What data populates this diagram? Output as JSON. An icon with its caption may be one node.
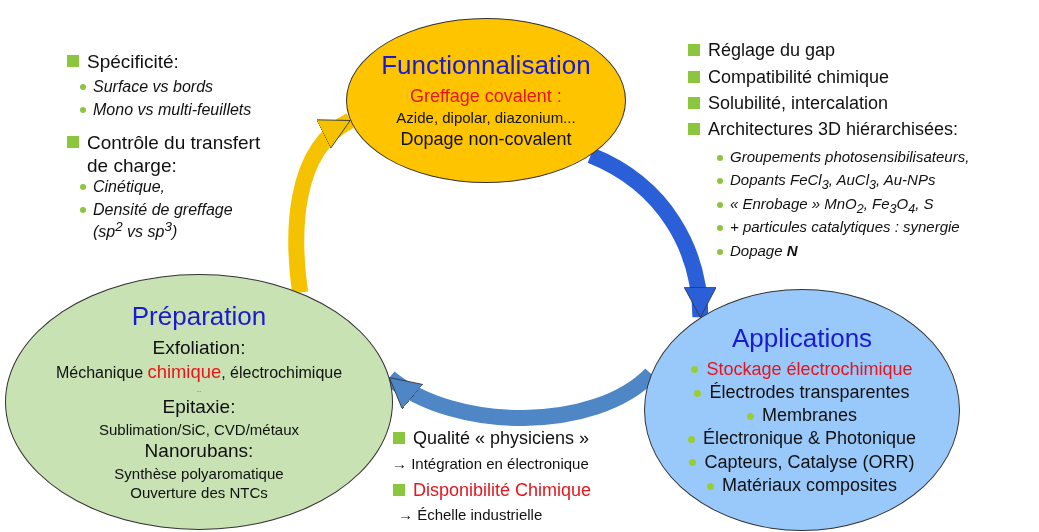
{
  "diagram": {
    "nodes": [
      {
        "text": [
          "Functionnalisation",
          "Greffage covalent :",
          "Azide, dipolar, diazonium...",
          "Dopage non-covalent"
        ]
      },
      {
        "text": [
          "Préparation",
          "Exfoliation:",
          "Méchanique **chimique**, électrochimique",
          "..",
          "Epitaxie:",
          "Sublimation/SiC, CVD/métaux",
          "Nanorubans:",
          "Synthèse polyaromatique",
          "Ouverture des NTCs"
        ]
      },
      {
        "text": [
          "Applications",
          "Stockage électrochimique",
          "Électrodes transparentes",
          "Membranes",
          "Électronique & Photonique",
          "Capteurs, Catalyse (ORR)",
          "Matériaux composites"
        ]
      }
    ],
    "edges": [
      {
        "from": 1,
        "to": 0,
        "arrow": "to",
        "color": "#f5c200"
      },
      {
        "from": 0,
        "to": 2,
        "arrow": "to",
        "color": "#2a5fd8"
      },
      {
        "from": 2,
        "to": 1,
        "arrow": "to",
        "color": "#4f86c6"
      }
    ],
    "labels": [
      "Spécificité:",
      "Surface vs bords",
      "Mono vs multi-feuillets",
      "Contrôle du transfert de charge:",
      "Cinétique,",
      "Densité de greffage (sp$^{2}$ vs sp$^{3}$)",
      "Réglage du gap",
      "Compatibilité chimique",
      "Solubilité, intercalation",
      "Architectures 3D hiérarchisées:",
      "Groupements photosensibilisateurs,",
      "Dopants FeCl$_{3}$, AuCl$_{3}$, Au-NPs",
      "« Enrobage » MnO$_{2}$, Fe$_{3}$O$_{4}$, S",
      "+ particules catalytiques : synergie",
      "Dopage **N**",
      "Qualité « physiciens »",
      "→ Intégration en électronique",
      "Disponibilité Chimique",
      "→ Échelle industrielle"
    ]
  }
}
